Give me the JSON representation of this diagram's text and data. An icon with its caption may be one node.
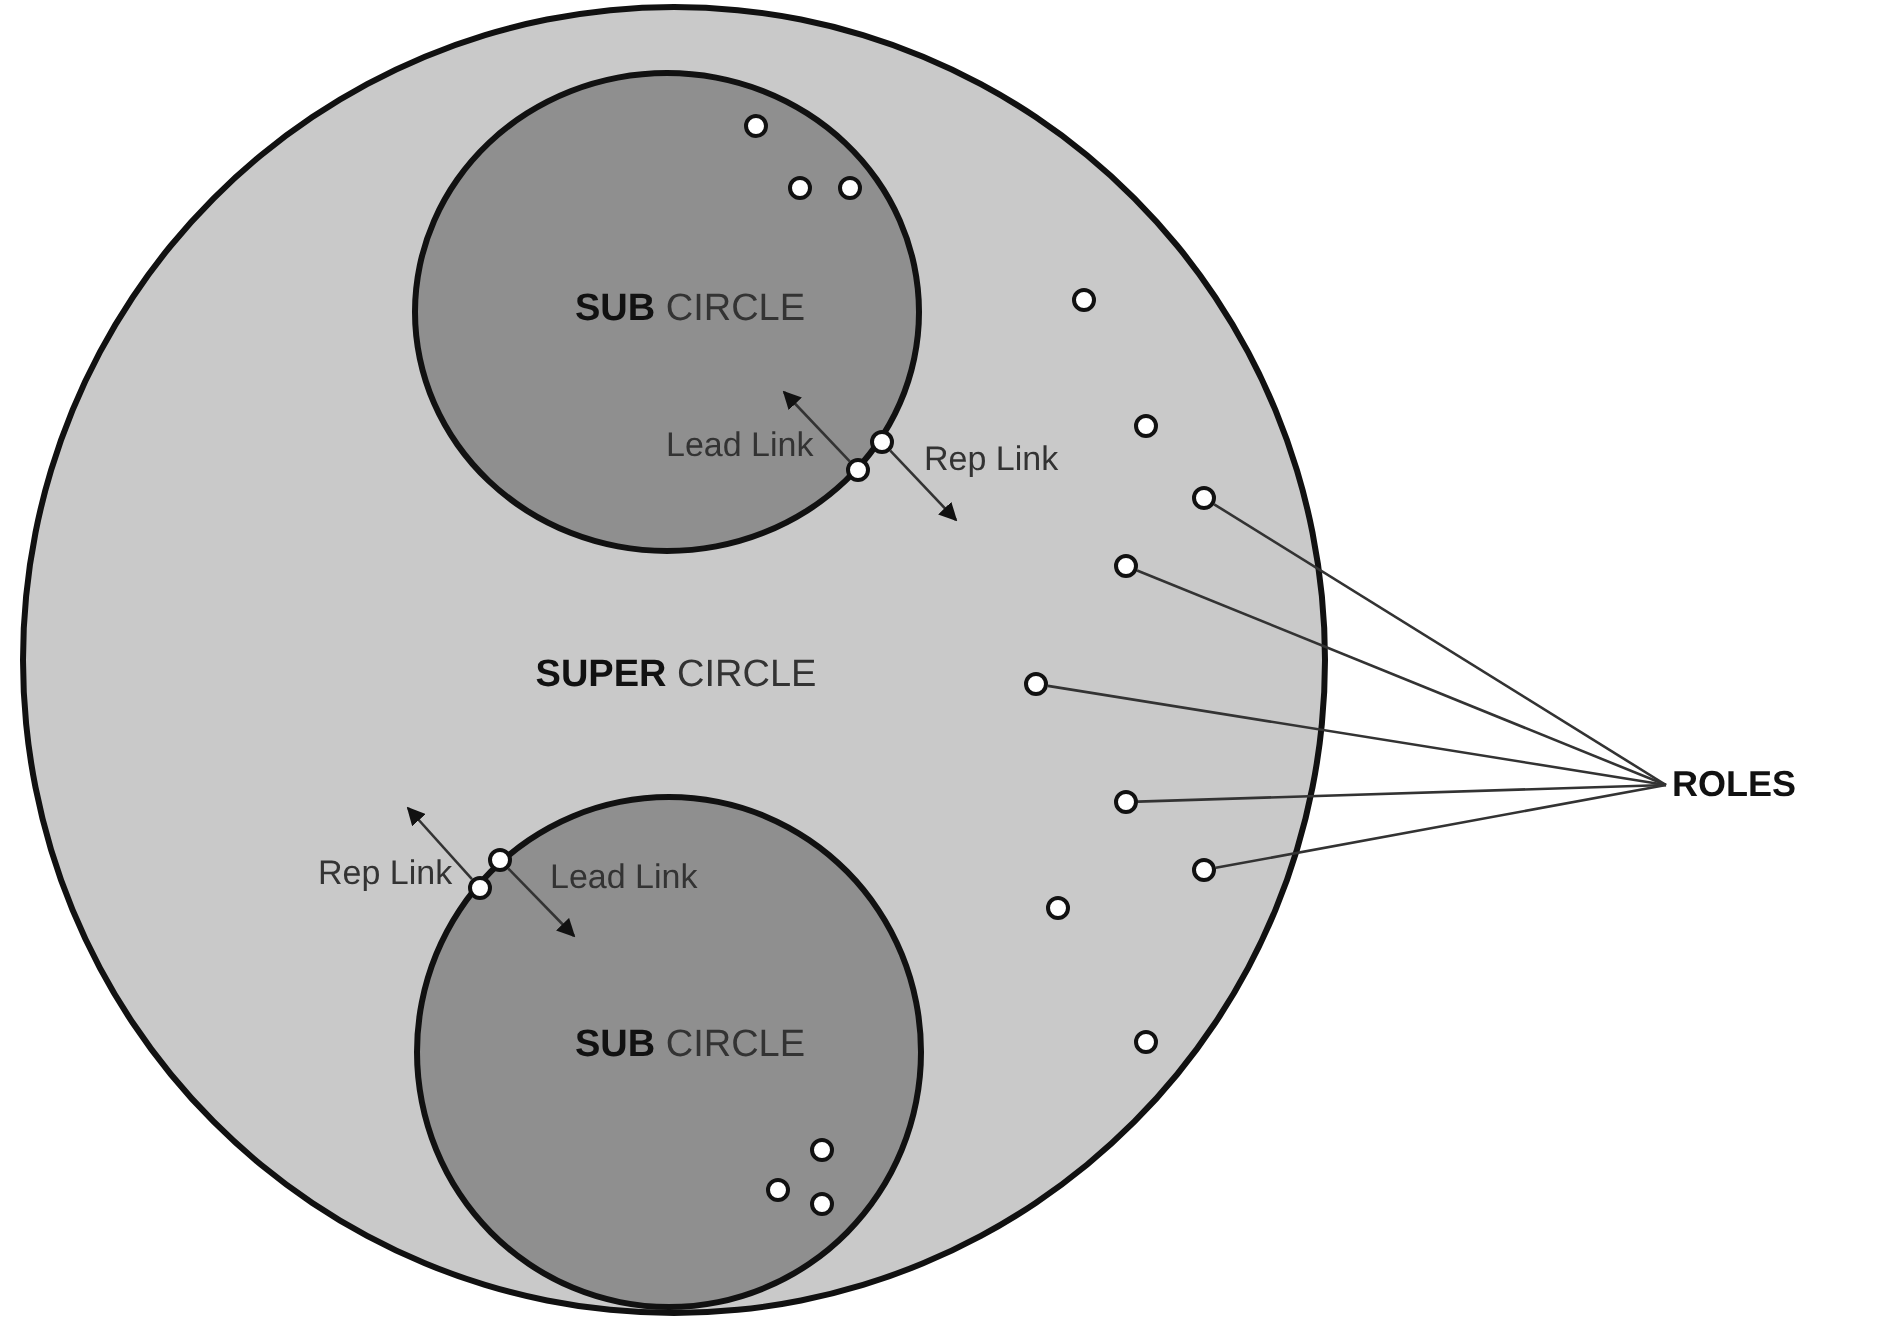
{
  "diagram": {
    "nodes": [
      {
        "text": [
          "**SUPER** CIRCLE"
        ]
      },
      {
        "text": [
          "**SUB** CIRCLE"
        ],
        "in": 0
      },
      {
        "text": [
          "**SUB** CIRCLE"
        ],
        "in": 0
      },
      {
        "text": [],
        "shape": "circle",
        "in": 1
      },
      {
        "text": [],
        "shape": "circle",
        "in": 1
      },
      {
        "text": [],
        "shape": "circle",
        "in": 1
      },
      {
        "text": [],
        "shape": "circle",
        "in": 1,
        "beside": [
          "Lead Link"
        ]
      },
      {
        "text": [],
        "shape": "circle",
        "in": 1,
        "beside": [
          "Rep Link"
        ]
      },
      {
        "text": [],
        "shape": "circle",
        "in": 0
      },
      {
        "text": [],
        "shape": "circle",
        "in": 0
      },
      {
        "text": [],
        "shape": "circle",
        "in": 0
      },
      {
        "text": [],
        "shape": "circle",
        "in": 0
      },
      {
        "text": [],
        "shape": "circle",
        "in": 0
      },
      {
        "text": [],
        "shape": "circle",
        "in": 0
      },
      {
        "text": [],
        "shape": "circle",
        "in": 0
      },
      {
        "text": [],
        "shape": "circle",
        "in": 0
      },
      {
        "text": [],
        "shape": "circle",
        "in": 0
      },
      {
        "text": [],
        "shape": "circle",
        "in": 2,
        "beside": [
          "Lead Link"
        ]
      },
      {
        "text": [],
        "shape": "circle",
        "in": 2,
        "beside": [
          "Rep Link"
        ]
      },
      {
        "text": [],
        "shape": "circle",
        "in": 2
      },
      {
        "text": [],
        "shape": "circle",
        "in": 2
      },
      {
        "text": [],
        "shape": "circle",
        "in": 2
      },
      {
        "text": [
          "ROLES"
        ]
      }
    ],
    "edges": [
      {
        "from": 22,
        "to": 10,
        "arrow": "none"
      },
      {
        "from": 22,
        "to": 11,
        "arrow": "none"
      },
      {
        "from": 22,
        "to": 12,
        "arrow": "none"
      },
      {
        "from": 22,
        "to": 13,
        "arrow": "none"
      },
      {
        "from": 22,
        "to": 14,
        "arrow": "none"
      },
      {
        "from": 6,
        "to": null,
        "arrow": "to"
      },
      {
        "from": 7,
        "to": null,
        "arrow": "to"
      },
      {
        "from": 18,
        "to": null,
        "arrow": "to"
      },
      {
        "from": 17,
        "to": null,
        "arrow": "to"
      }
    ]
  }
}
